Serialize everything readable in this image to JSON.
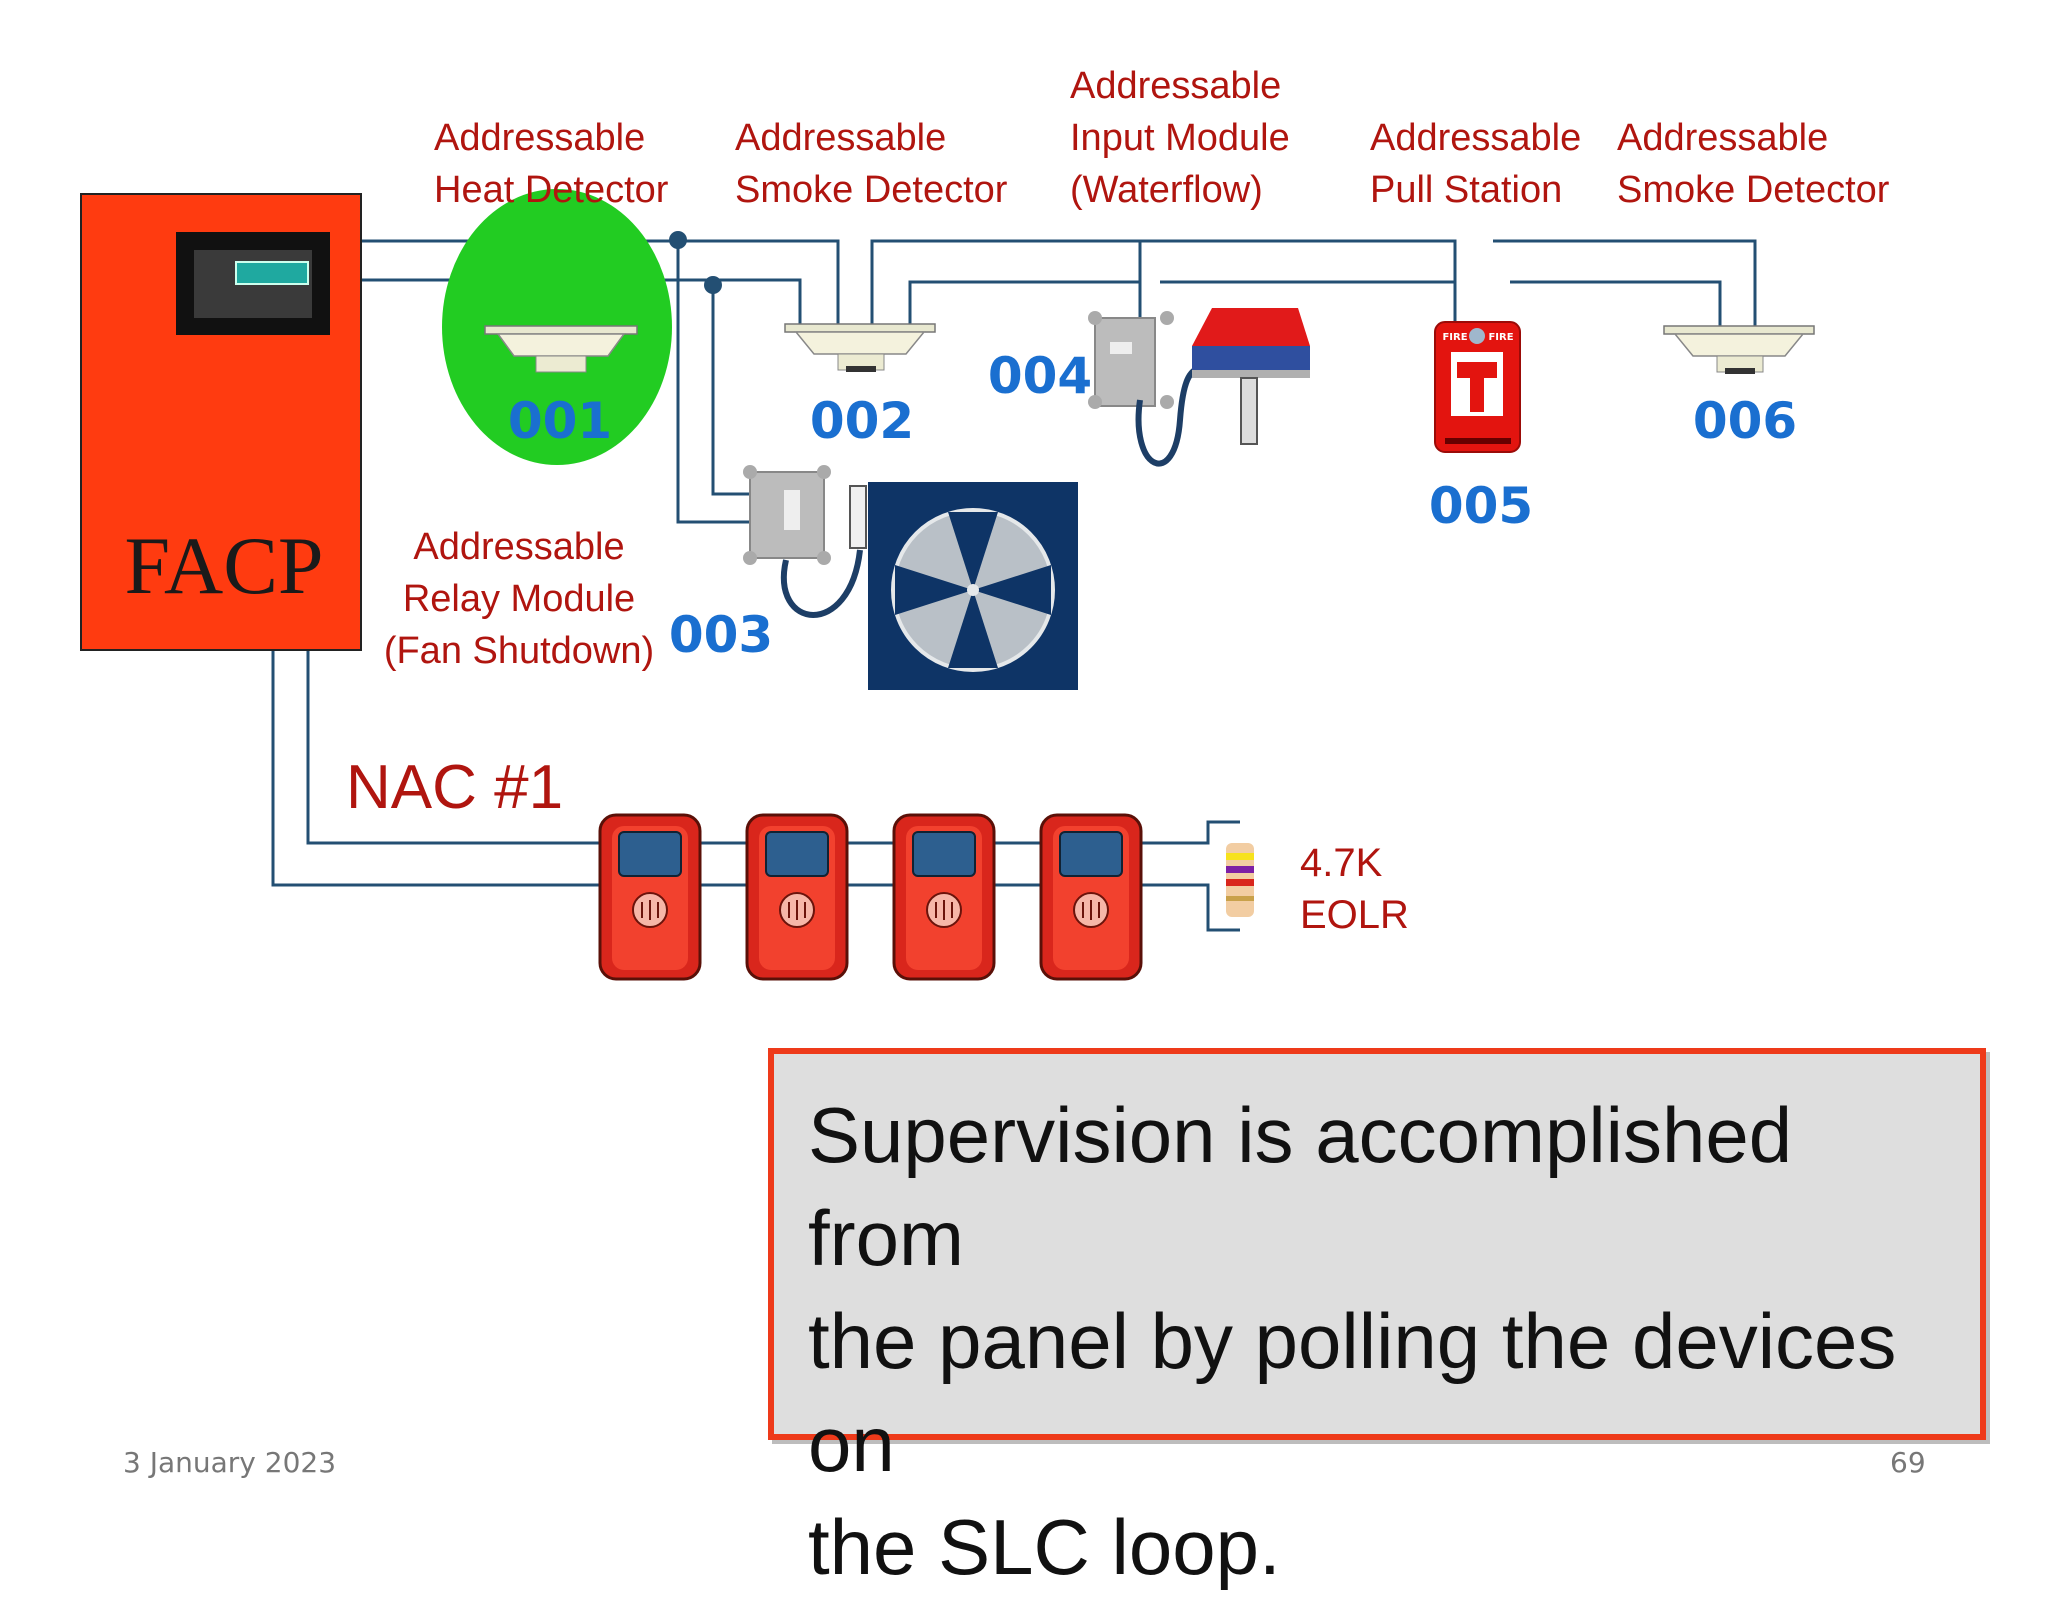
{
  "panel": {
    "label": "FACP"
  },
  "devices": [
    {
      "id": "001",
      "label_line1": "Addressable",
      "label_line2": "Heat Detector",
      "label_line3": ""
    },
    {
      "id": "002",
      "label_line1": "Addressable",
      "label_line2": "Smoke Detector",
      "label_line3": ""
    },
    {
      "id": "003",
      "label_line1": "Addressable",
      "label_line2": "Relay Module",
      "label_line3": "(Fan Shutdown)"
    },
    {
      "id": "004",
      "label_line1": "Addressable",
      "label_line2": "Input Module",
      "label_line3": "(Waterflow)"
    },
    {
      "id": "005",
      "label_line1": "Addressable",
      "label_line2": "Pull Station",
      "label_line3": ""
    },
    {
      "id": "006",
      "label_line1": "Addressable",
      "label_line2": "Smoke Detector",
      "label_line3": ""
    }
  ],
  "pull_station": {
    "top_text_left": "FIRE",
    "top_text_right": "FIRE"
  },
  "nac": {
    "label": "NAC #1"
  },
  "resistor": {
    "label_line1": "4.7K",
    "label_line2": "EOLR"
  },
  "note": {
    "line1": "Supervision is accomplished from",
    "line2": "the panel by polling the devices on",
    "line3": "the SLC loop."
  },
  "footer": {
    "date": "3 January 2023",
    "page": "69"
  },
  "colors": {
    "panel": "#ff3b10",
    "label_red": "#b0150f",
    "number_blue": "#1a6fd0",
    "highlight_green": "#22cc22",
    "fan_bg": "#0e3466",
    "wire": "#234f73",
    "note_border": "#ee3a1a"
  }
}
